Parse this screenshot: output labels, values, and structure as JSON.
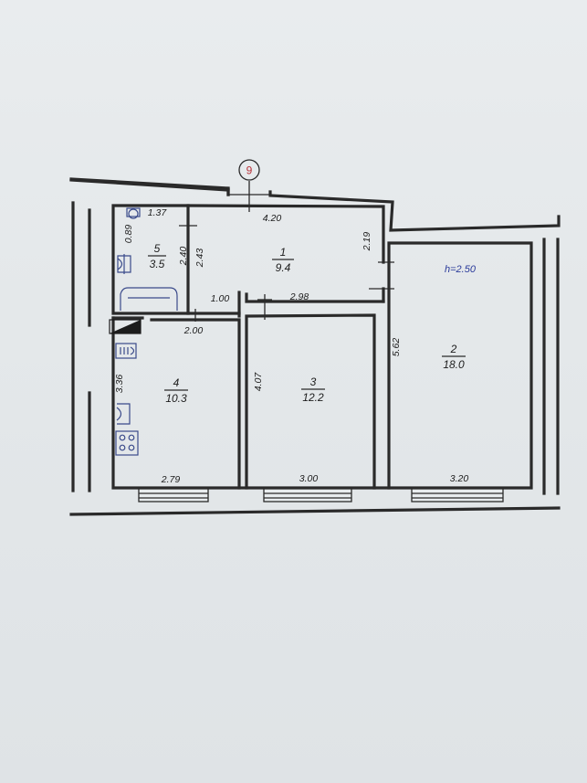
{
  "axis_marker": "9",
  "ceiling_height": "h=2.50",
  "rooms": [
    {
      "number": "1",
      "area": "9.4"
    },
    {
      "number": "2",
      "area": "18.0"
    },
    {
      "number": "3",
      "area": "12.2"
    },
    {
      "number": "4",
      "area": "10.3"
    },
    {
      "number": "5",
      "area": "3.5"
    }
  ],
  "dimensions": {
    "hall_top": "4.20",
    "hall_right": "2.19",
    "hall_left_a": "2.40",
    "hall_left_b": "2.43",
    "hall_bottom_a": "1.00",
    "hall_bottom_b": "2.98",
    "bath_top": "1.37",
    "bath_left": "0.89",
    "kitchen_top": "2.00",
    "kitchen_left": "3.36",
    "kitchen_bottom": "2.79",
    "room3_left": "4.07",
    "room3_bottom": "3.00",
    "room2_left": "5.62",
    "room2_bottom": "3.20"
  },
  "colors": {
    "walls": "#2a2a2a",
    "fixtures": "#3a4a8a",
    "axis_circle": "#b8323a",
    "height_note": "#2a3a9a"
  },
  "icons": [
    "bathtub-icon",
    "toilet-icon",
    "sink-icon",
    "stove-icon",
    "vent-shaft-icon"
  ]
}
